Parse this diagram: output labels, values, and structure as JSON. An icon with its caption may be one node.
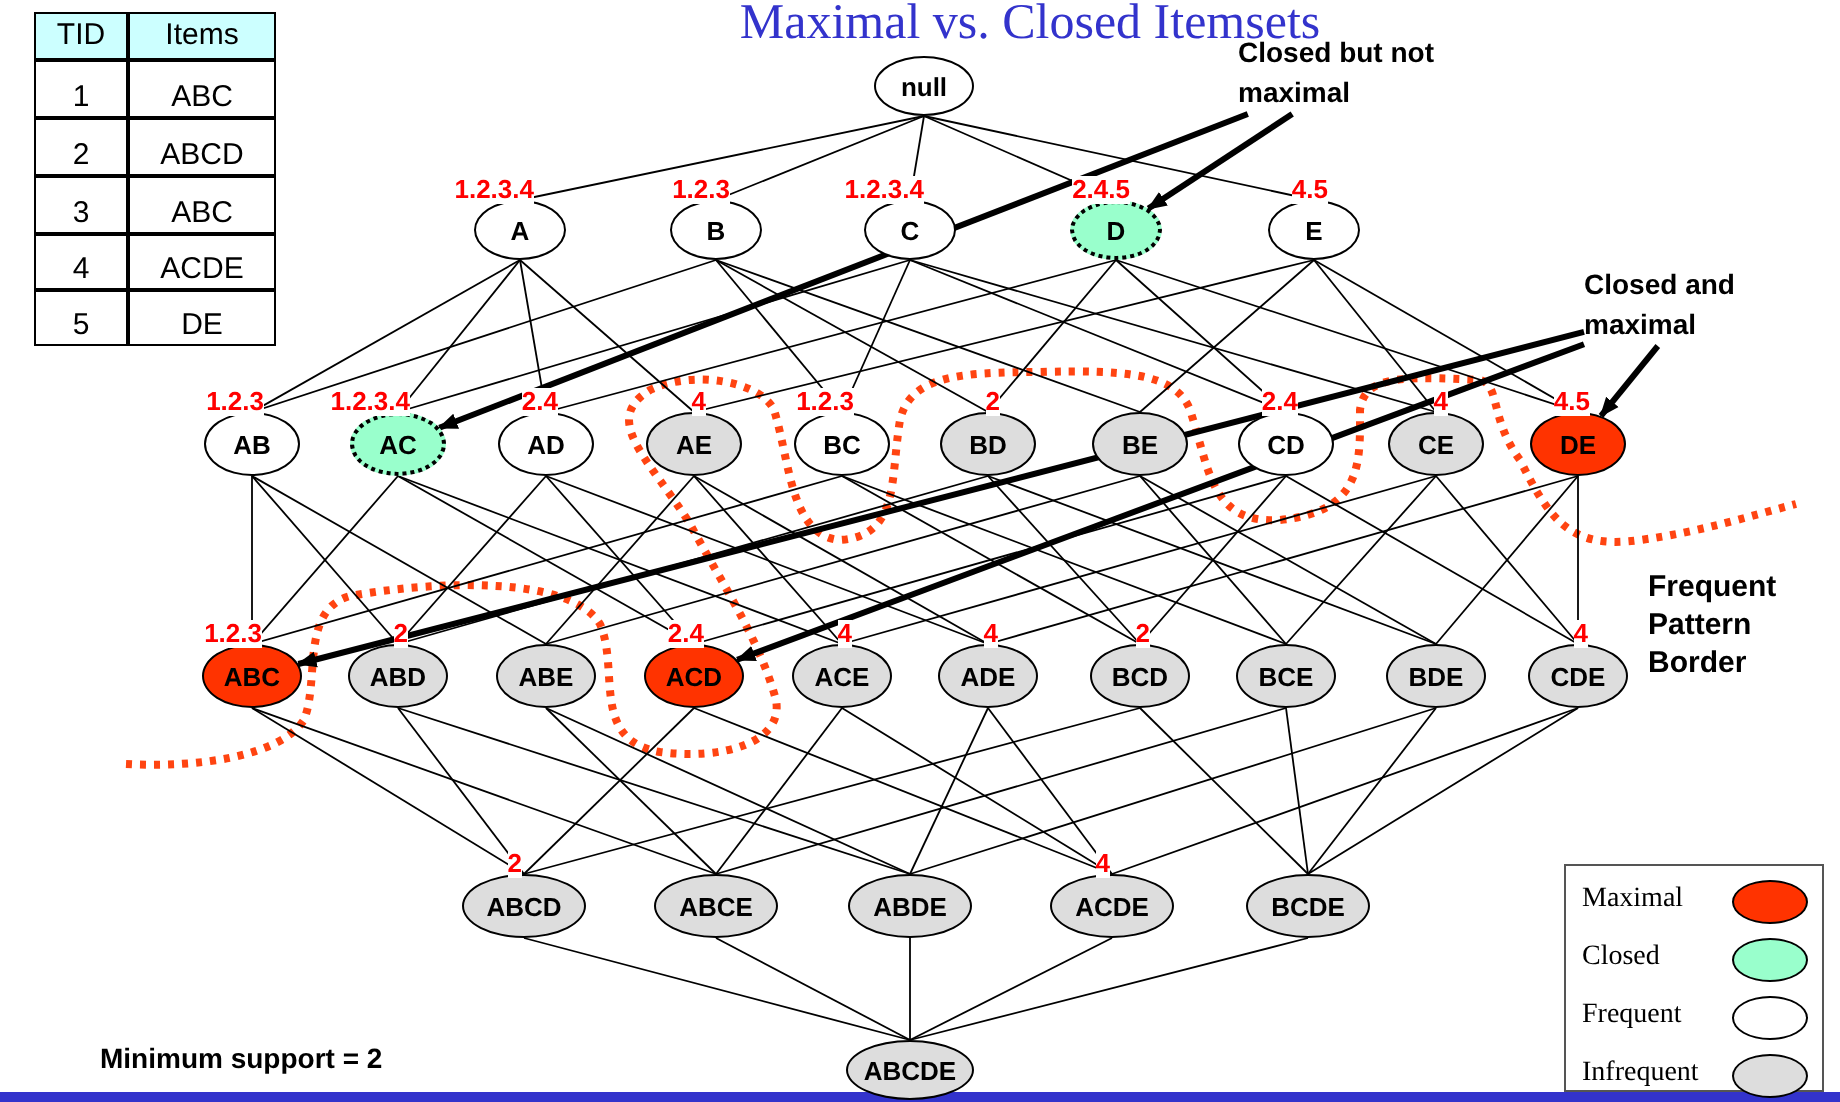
{
  "diagram": {
    "title": "Maximal vs. Closed Itemsets",
    "nodes": [
      {
        "text": [
          "null"
        ]
      },
      {
        "text": [
          "A"
        ],
        "beside": [
          "1.2.3.4"
        ]
      },
      {
        "text": [
          "B"
        ],
        "beside": [
          "1.2.3"
        ]
      },
      {
        "text": [
          "C"
        ],
        "beside": [
          "1.2.3.4"
        ]
      },
      {
        "text": [
          "D"
        ],
        "beside": [
          "2.4.5"
        ]
      },
      {
        "text": [
          "E"
        ],
        "beside": [
          "4.5"
        ]
      },
      {
        "text": [
          "AB"
        ],
        "beside": [
          "1.2.3"
        ]
      },
      {
        "text": [
          "AC"
        ],
        "beside": [
          "1.2.3.4"
        ]
      },
      {
        "text": [
          "AD"
        ],
        "beside": [
          "2.4"
        ]
      },
      {
        "text": [
          "AE"
        ],
        "beside": [
          "4"
        ]
      },
      {
        "text": [
          "BC"
        ],
        "beside": [
          "1.2.3"
        ]
      },
      {
        "text": [
          "BD"
        ],
        "beside": [
          "2"
        ]
      },
      {
        "text": [
          "BE"
        ]
      },
      {
        "text": [
          "CD"
        ],
        "beside": [
          "2.4"
        ]
      },
      {
        "text": [
          "CE"
        ],
        "beside": [
          "4"
        ]
      },
      {
        "text": [
          "DE"
        ],
        "beside": [
          "4.5"
        ]
      },
      {
        "text": [
          "ABC"
        ],
        "beside": [
          "1.2.3"
        ]
      },
      {
        "text": [
          "ABD"
        ],
        "beside": [
          "2"
        ]
      },
      {
        "text": [
          "ABE"
        ]
      },
      {
        "text": [
          "ACD"
        ],
        "beside": [
          "2.4"
        ]
      },
      {
        "text": [
          "ACE"
        ],
        "beside": [
          "4"
        ]
      },
      {
        "text": [
          "ADE"
        ],
        "beside": [
          "4"
        ]
      },
      {
        "text": [
          "BCD"
        ],
        "beside": [
          "2"
        ]
      },
      {
        "text": [
          "BCE"
        ]
      },
      {
        "text": [
          "BDE"
        ]
      },
      {
        "text": [
          "CDE"
        ],
        "beside": [
          "4"
        ]
      },
      {
        "text": [
          "ABCD"
        ],
        "beside": [
          "2"
        ]
      },
      {
        "text": [
          "ABCE"
        ]
      },
      {
        "text": [
          "ABDE"
        ]
      },
      {
        "text": [
          "ACDE"
        ],
        "beside": [
          "4"
        ]
      },
      {
        "text": [
          "BCDE"
        ]
      },
      {
        "text": [
          "ABCDE"
        ]
      },
      {
        "text": [
          "Closed but not maximal"
        ]
      },
      {
        "text": [
          "Closed and maximal"
        ]
      }
    ],
    "edges": [
      {
        "from": 0,
        "to": 1,
        "arrow": "none"
      },
      {
        "from": 0,
        "to": 2,
        "arrow": "none"
      },
      {
        "from": 0,
        "to": 3,
        "arrow": "none"
      },
      {
        "from": 0,
        "to": 4,
        "arrow": "none"
      },
      {
        "from": 0,
        "to": 5,
        "arrow": "none"
      },
      {
        "from": 1,
        "to": 6,
        "arrow": "none"
      },
      {
        "from": 1,
        "to": 7,
        "arrow": "none"
      },
      {
        "from": 1,
        "to": 8,
        "arrow": "none"
      },
      {
        "from": 1,
        "to": 9,
        "arrow": "none"
      },
      {
        "from": 2,
        "to": 6,
        "arrow": "none"
      },
      {
        "from": 2,
        "to": 10,
        "arrow": "none"
      },
      {
        "from": 2,
        "to": 11,
        "arrow": "none"
      },
      {
        "from": 2,
        "to": 12,
        "arrow": "none"
      },
      {
        "from": 3,
        "to": 7,
        "arrow": "none"
      },
      {
        "from": 3,
        "to": 10,
        "arrow": "none"
      },
      {
        "from": 3,
        "to": 13,
        "arrow": "none"
      },
      {
        "from": 3,
        "to": 14,
        "arrow": "none"
      },
      {
        "from": 4,
        "to": 8,
        "arrow": "none"
      },
      {
        "from": 4,
        "to": 11,
        "arrow": "none"
      },
      {
        "from": 4,
        "to": 13,
        "arrow": "none"
      },
      {
        "from": 4,
        "to": 15,
        "arrow": "none"
      },
      {
        "from": 5,
        "to": 9,
        "arrow": "none"
      },
      {
        "from": 5,
        "to": 12,
        "arrow": "none"
      },
      {
        "from": 5,
        "to": 14,
        "arrow": "none"
      },
      {
        "from": 5,
        "to": 15,
        "arrow": "none"
      },
      {
        "from": 6,
        "to": 16,
        "arrow": "none"
      },
      {
        "from": 6,
        "to": 17,
        "arrow": "none"
      },
      {
        "from": 6,
        "to": 18,
        "arrow": "none"
      },
      {
        "from": 7,
        "to": 16,
        "arrow": "none"
      },
      {
        "from": 7,
        "to": 19,
        "arrow": "none"
      },
      {
        "from": 7,
        "to": 20,
        "arrow": "none"
      },
      {
        "from": 8,
        "to": 17,
        "arrow": "none"
      },
      {
        "from": 8,
        "to": 19,
        "arrow": "none"
      },
      {
        "from": 8,
        "to": 21,
        "arrow": "none"
      },
      {
        "from": 9,
        "to": 18,
        "arrow": "none"
      },
      {
        "from": 9,
        "to": 20,
        "arrow": "none"
      },
      {
        "from": 9,
        "to": 21,
        "arrow": "none"
      },
      {
        "from": 10,
        "to": 16,
        "arrow": "none"
      },
      {
        "from": 10,
        "to": 22,
        "arrow": "none"
      },
      {
        "from": 10,
        "to": 23,
        "arrow": "none"
      },
      {
        "from": 11,
        "to": 17,
        "arrow": "none"
      },
      {
        "from": 11,
        "to": 22,
        "arrow": "none"
      },
      {
        "from": 11,
        "to": 24,
        "arrow": "none"
      },
      {
        "from": 12,
        "to": 18,
        "arrow": "none"
      },
      {
        "from": 12,
        "to": 23,
        "arrow": "none"
      },
      {
        "from": 12,
        "to": 24,
        "arrow": "none"
      },
      {
        "from": 13,
        "to": 19,
        "arrow": "none"
      },
      {
        "from": 13,
        "to": 22,
        "arrow": "none"
      },
      {
        "from": 13,
        "to": 25,
        "arrow": "none"
      },
      {
        "from": 14,
        "to": 20,
        "arrow": "none"
      },
      {
        "from": 14,
        "to": 23,
        "arrow": "none"
      },
      {
        "from": 14,
        "to": 25,
        "arrow": "none"
      },
      {
        "from": 15,
        "to": 21,
        "arrow": "none"
      },
      {
        "from": 15,
        "to": 24,
        "arrow": "none"
      },
      {
        "from": 15,
        "to": 25,
        "arrow": "none"
      },
      {
        "from": 16,
        "to": 26,
        "arrow": "none"
      },
      {
        "from": 16,
        "to": 27,
        "arrow": "none"
      },
      {
        "from": 17,
        "to": 26,
        "arrow": "none"
      },
      {
        "from": 17,
        "to": 28,
        "arrow": "none"
      },
      {
        "from": 18,
        "to": 27,
        "arrow": "none"
      },
      {
        "from": 18,
        "to": 28,
        "arrow": "none"
      },
      {
        "from": 19,
        "to": 26,
        "arrow": "none"
      },
      {
        "from": 19,
        "to": 29,
        "arrow": "none"
      },
      {
        "from": 20,
        "to": 27,
        "arrow": "none"
      },
      {
        "from": 20,
        "to": 29,
        "arrow": "none"
      },
      {
        "from": 21,
        "to": 28,
        "arrow": "none"
      },
      {
        "from": 21,
        "to": 29,
        "arrow": "none"
      },
      {
        "from": 22,
        "to": 26,
        "arrow": "none"
      },
      {
        "from": 22,
        "to": 30,
        "arrow": "none"
      },
      {
        "from": 23,
        "to": 27,
        "arrow": "none"
      },
      {
        "from": 23,
        "to": 30,
        "arrow": "none"
      },
      {
        "from": 24,
        "to": 28,
        "arrow": "none"
      },
      {
        "from": 24,
        "to": 30,
        "arrow": "none"
      },
      {
        "from": 25,
        "to": 29,
        "arrow": "none"
      },
      {
        "from": 25,
        "to": 30,
        "arrow": "none"
      },
      {
        "from": 26,
        "to": 31,
        "arrow": "none"
      },
      {
        "from": 27,
        "to": 31,
        "arrow": "none"
      },
      {
        "from": 28,
        "to": 31,
        "arrow": "none"
      },
      {
        "from": 29,
        "to": 31,
        "arrow": "none"
      },
      {
        "from": 30,
        "to": 31,
        "arrow": "none"
      },
      {
        "from": 32,
        "to": 4,
        "arrow": "to",
        "style": "thick"
      },
      {
        "from": 32,
        "to": 7,
        "arrow": "to",
        "style": "thick"
      },
      {
        "from": 33,
        "to": 15,
        "arrow": "to",
        "style": "thick"
      },
      {
        "from": 33,
        "to": 16,
        "arrow": "to",
        "style": "thick"
      },
      {
        "from": 33,
        "to": 19,
        "arrow": "to",
        "style": "thick"
      }
    ],
    "labels": [
      "TID",
      "Items",
      "1",
      "ABC",
      "2",
      "ABCD",
      "3",
      "ABC",
      "4",
      "ACDE",
      "5",
      "DE",
      "Frequent Pattern Border",
      "Minimum support = 2"
    ],
    "legend": [
      {
        "text": "Maximal",
        "color": "#ff3300"
      },
      {
        "text": "Closed",
        "color": "#99ffcc"
      },
      {
        "text": "Frequent",
        "color": "#ffffff"
      },
      {
        "text": "Infrequent",
        "color": "#dddddd"
      }
    ]
  }
}
